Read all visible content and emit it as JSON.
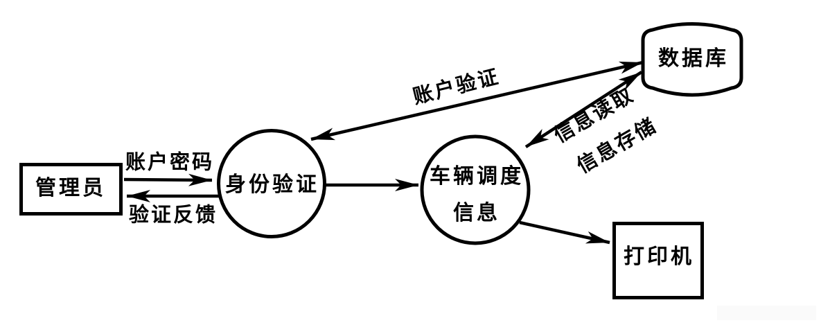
{
  "diagram": {
    "type": "data-flow-diagram",
    "colors": {
      "stroke": "#000000",
      "background": "#ffffff",
      "watermark_patch": "#fafafa"
    },
    "nodes": {
      "admin": {
        "label": "管理员",
        "shape": "rectangle",
        "role": "external-entity"
      },
      "auth": {
        "label": "身份验证",
        "shape": "circle",
        "role": "process"
      },
      "dispatch": {
        "label_line1": "车辆调度",
        "label_line2": "信息",
        "shape": "circle",
        "role": "process"
      },
      "database": {
        "label": "数据库",
        "shape": "data-store",
        "role": "data-store"
      },
      "printer": {
        "label": "打印机",
        "shape": "rectangle",
        "role": "external-entity"
      }
    },
    "flows": {
      "account_password": {
        "label": "账户密码",
        "from": "管理员",
        "to": "身份验证",
        "direction": "one-way"
      },
      "verify_feedback": {
        "label": "验证反馈",
        "from": "身份验证",
        "to": "管理员",
        "direction": "one-way"
      },
      "account_verify": {
        "label": "账户验证",
        "from": "身份验证",
        "to": "数据库",
        "direction": "two-way"
      },
      "auth_to_dispatch": {
        "from": "身份验证",
        "to": "车辆调度信息",
        "direction": "one-way"
      },
      "info_read": {
        "label": "信息读取",
        "from": "数据库",
        "to": "车辆调度信息",
        "direction": "two-way"
      },
      "info_store": {
        "label": "信息存储",
        "from": "车辆调度信息",
        "to": "数据库",
        "direction": "two-way"
      },
      "dispatch_to_printer": {
        "from": "车辆调度信息",
        "to": "打印机",
        "direction": "one-way"
      }
    }
  }
}
